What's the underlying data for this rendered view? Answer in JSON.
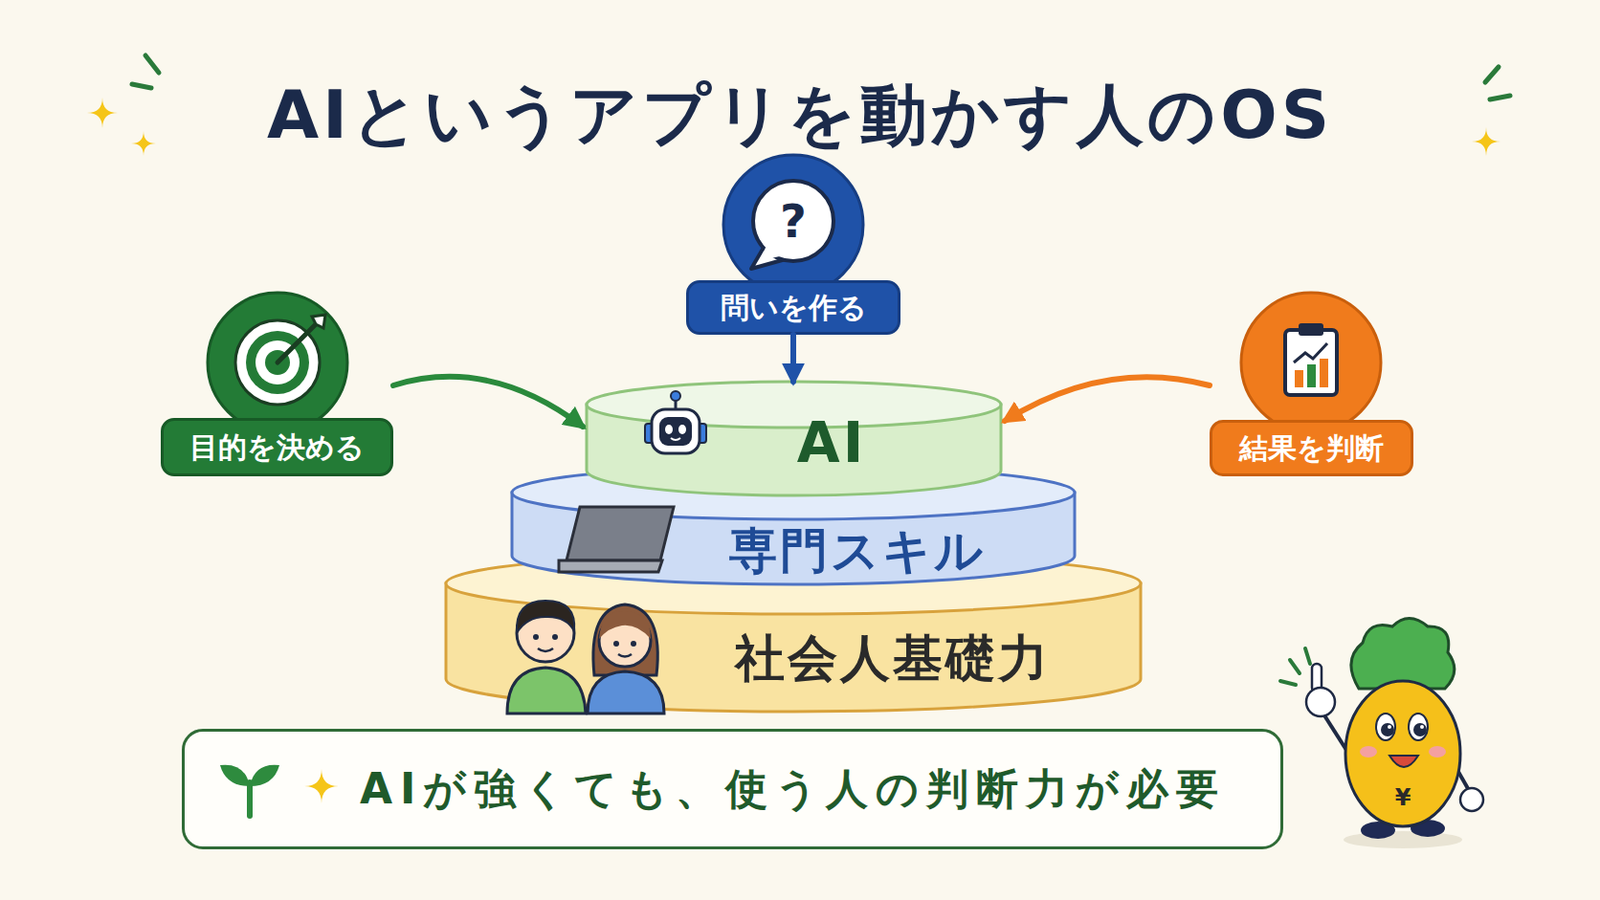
{
  "diagram": {
    "title": "AIというアプリを動かす人のOS",
    "nodes": [
      {
        "text": [
          "問いを作る"
        ]
      },
      {
        "text": [
          "目的を決める"
        ]
      },
      {
        "text": [
          "AI"
        ]
      },
      {
        "text": [
          "結果を判断"
        ]
      },
      {
        "text": [
          "専門スキル"
        ]
      },
      {
        "text": [
          "社会人基礎力"
        ]
      },
      {
        "text": [
          "AIが強くても、使う人の判断力が必要"
        ]
      }
    ],
    "edges": [
      {
        "from": 1,
        "to": 2,
        "arrow": "to"
      },
      {
        "from": 0,
        "to": 2,
        "arrow": "to"
      },
      {
        "from": 3,
        "to": 2,
        "arrow": "to"
      }
    ],
    "labels": [
      "?",
      "¥"
    ]
  }
}
